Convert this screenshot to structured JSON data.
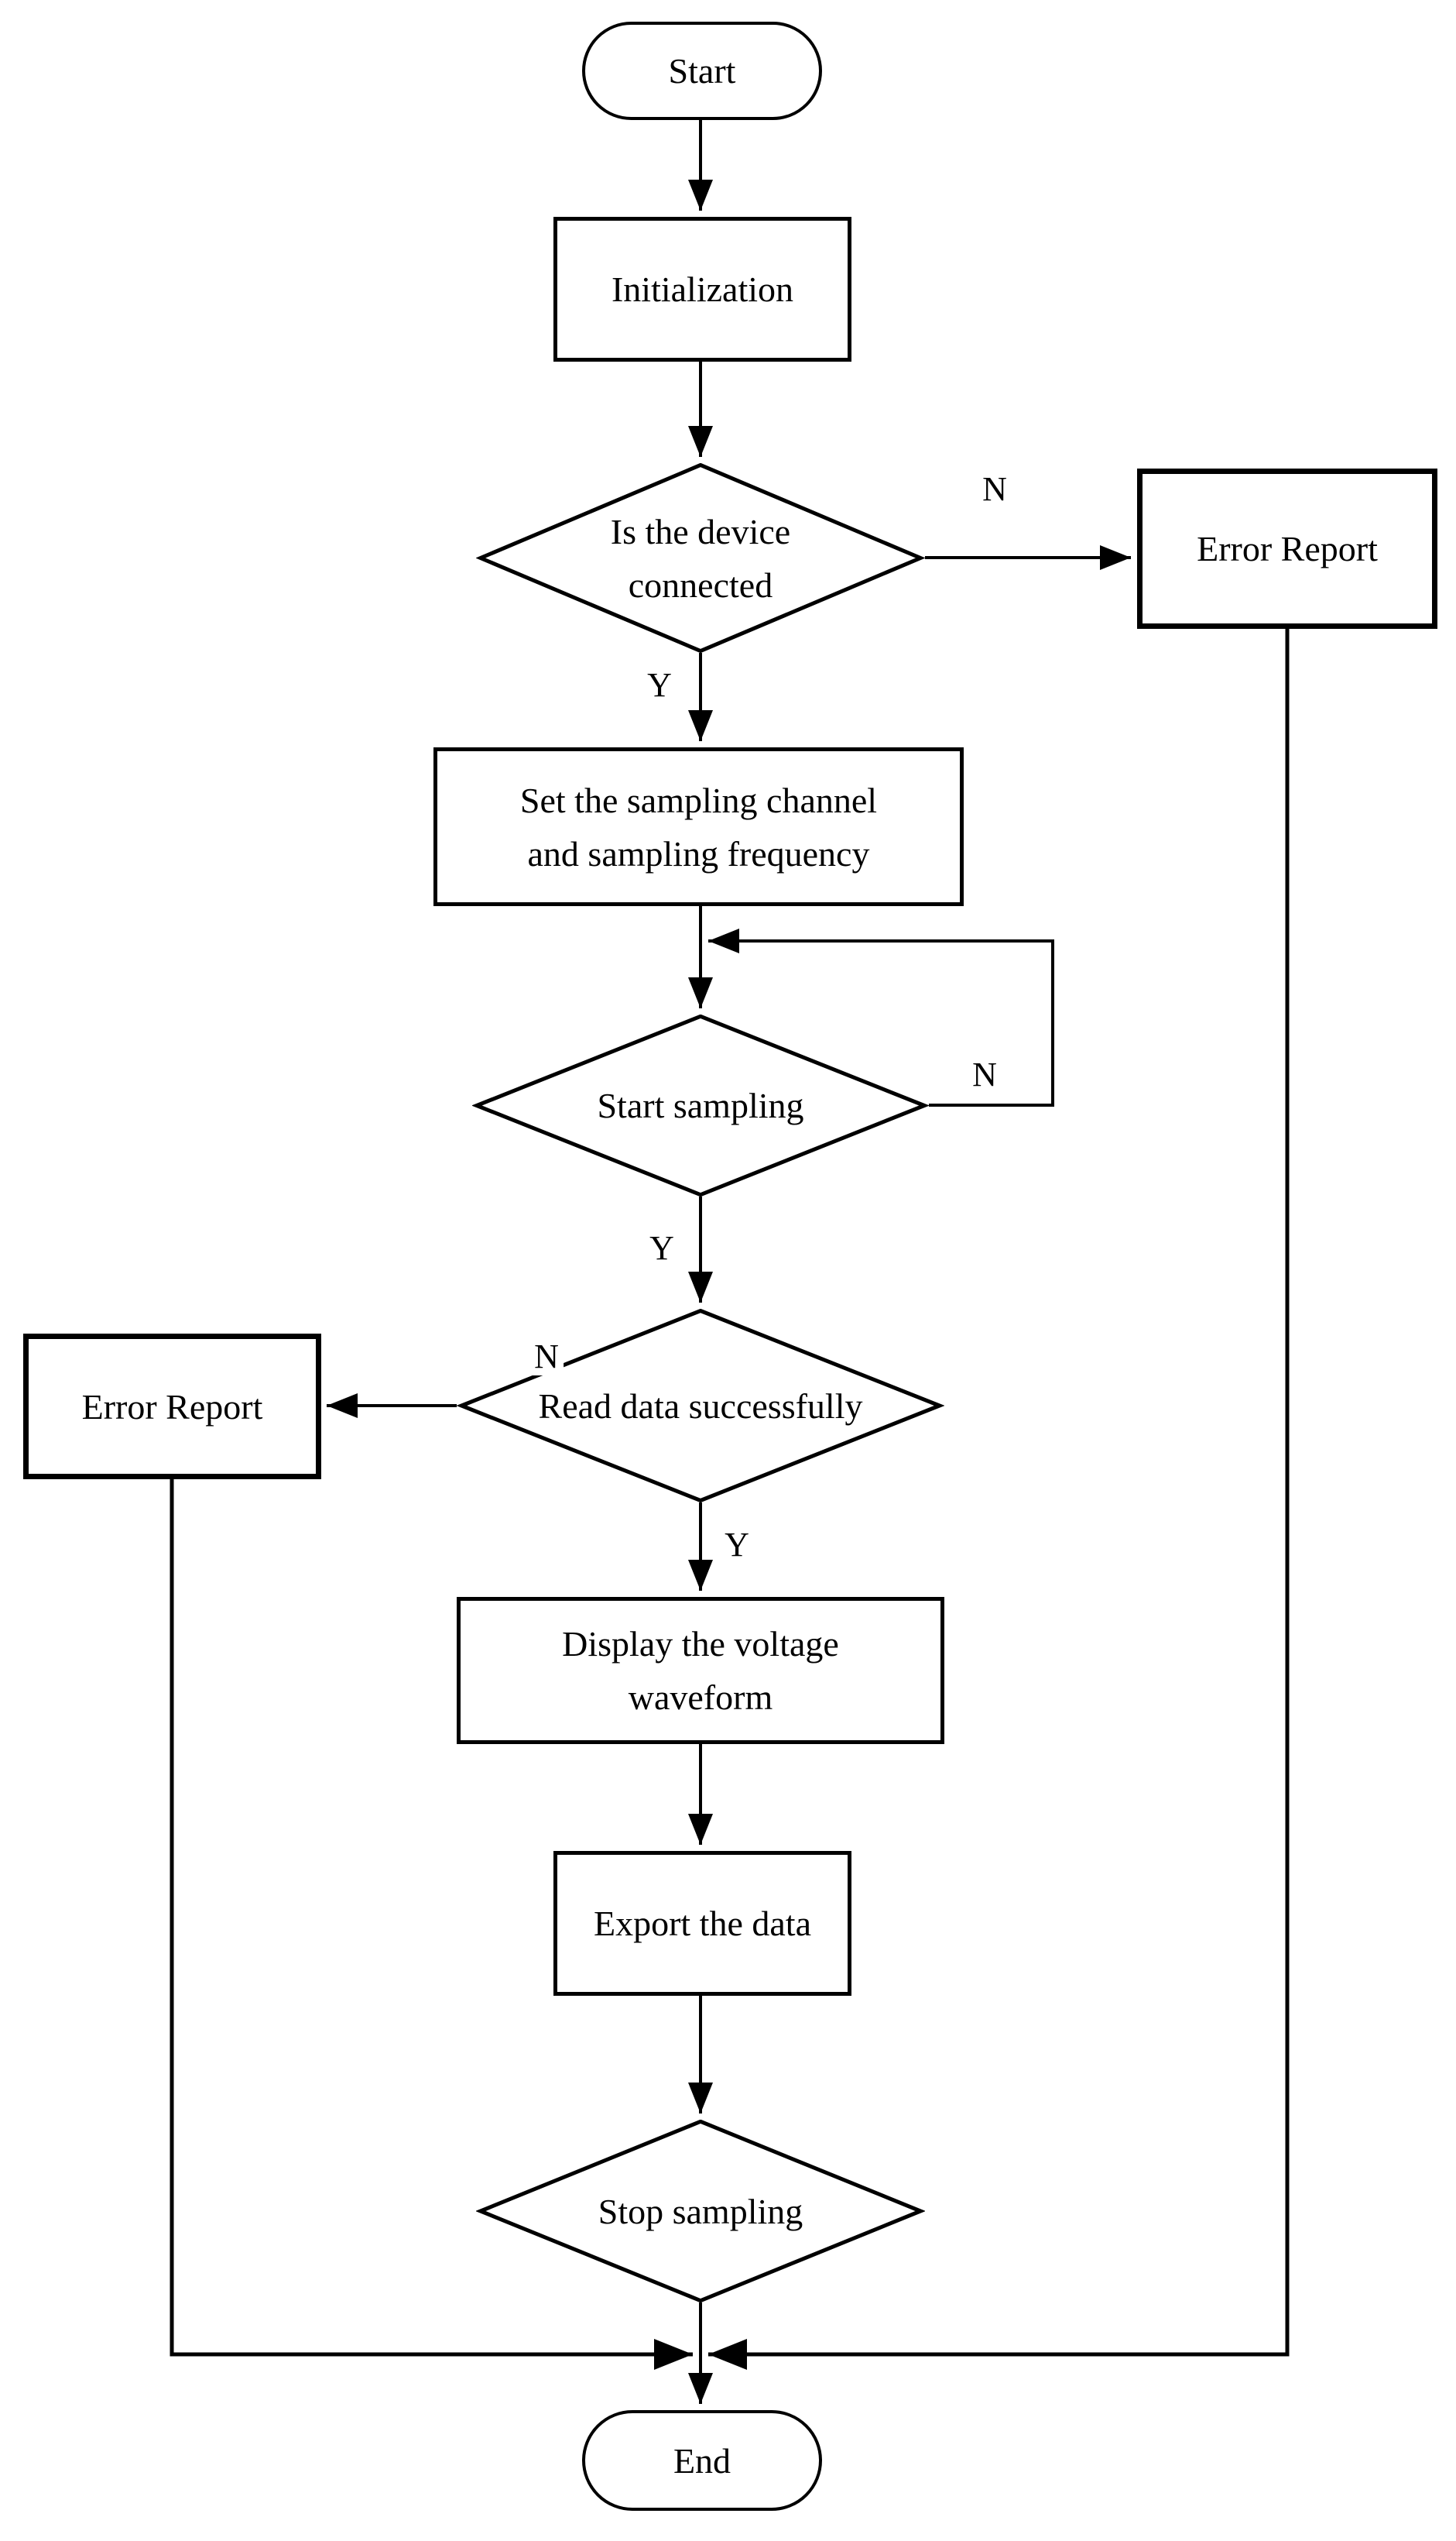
{
  "diagram": {
    "kind": "flowchart",
    "colors": {
      "stroke": "#000000",
      "fill": "#ffffff",
      "text": "#000000"
    },
    "nodes": {
      "start": {
        "type": "terminator",
        "label": "Start"
      },
      "init": {
        "type": "process",
        "label": "Initialization"
      },
      "d1": {
        "type": "decision",
        "label": "Is the device\nconnected"
      },
      "err_right": {
        "type": "process",
        "label": "Error Report"
      },
      "samp": {
        "type": "process",
        "label": "Set the sampling channel\nand sampling frequency"
      },
      "d2": {
        "type": "decision",
        "label": "Start sampling"
      },
      "d3": {
        "type": "decision",
        "label": "Read data successfully"
      },
      "err_left": {
        "type": "process",
        "label": "Error Report"
      },
      "disp": {
        "type": "process",
        "label": "Display the voltage\nwaveform"
      },
      "export": {
        "type": "process",
        "label": "Export the data"
      },
      "d4": {
        "type": "decision",
        "label": "Stop sampling"
      },
      "end": {
        "type": "terminator",
        "label": "End"
      }
    },
    "edge_labels": {
      "d1_no": "N",
      "d1_yes": "Y",
      "d2_no": "N",
      "d2_yes": "Y",
      "d3_no": "N",
      "d3_yes": "Y"
    }
  }
}
